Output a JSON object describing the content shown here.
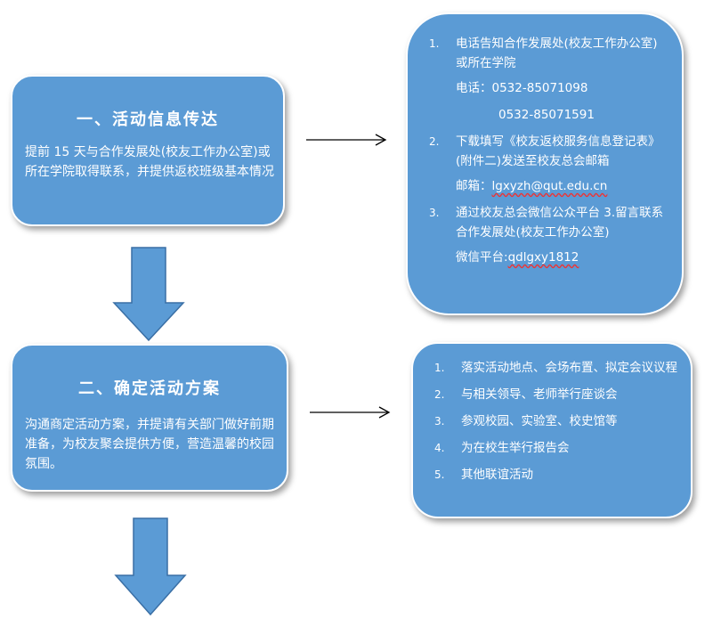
{
  "steps": [
    {
      "title": "一、活动信息传达",
      "description": "提前 15 天与合作发展处(校友工作办公室)或所在学院取得联系，并提供返校班级基本情况"
    },
    {
      "title": "二、确定活动方案",
      "description": "沟通商定活动方案，并提请有关部门做好前期准备，为校友聚会提供方便，营造温馨的校园氛围。"
    }
  ],
  "info": {
    "items": [
      {
        "number": "1.",
        "text": "电话告知合作发展处(校友工作办公室)或所在学院",
        "phone_label": "电话：",
        "phone1": "0532-85071098",
        "phone2": "0532-85071591"
      },
      {
        "number": "2.",
        "text": "下载填写《校友返校服务信息登记表》(附件二)发送至校友总会邮箱",
        "email_label": "邮箱：",
        "email": "lgxyzh@qut.edu.cn"
      },
      {
        "number": "3.",
        "text": "通过校友总会微信公众平台 3.留言联系合作发展处(校友工作办公室)",
        "wechat_label": "微信平台:",
        "wechat": "qdlgxy1812"
      }
    ]
  },
  "plan": {
    "items": [
      {
        "number": "1.",
        "text": "落实活动地点、会场布置、拟定会议议程"
      },
      {
        "number": "2.",
        "text": "与相关领导、老师举行座谈会"
      },
      {
        "number": "3.",
        "text": "参观校园、实验室、校史馆等"
      },
      {
        "number": "4.",
        "text": "为在校生举行报告会"
      },
      {
        "number": "5.",
        "text": "其他联谊活动"
      }
    ]
  },
  "colors": {
    "box_fill": "#5b9bd5",
    "box_text": "#ffffff",
    "arrow_fill": "#5b9bd5",
    "arrow_stroke": "#3a6fa5",
    "connector": "#000000"
  }
}
